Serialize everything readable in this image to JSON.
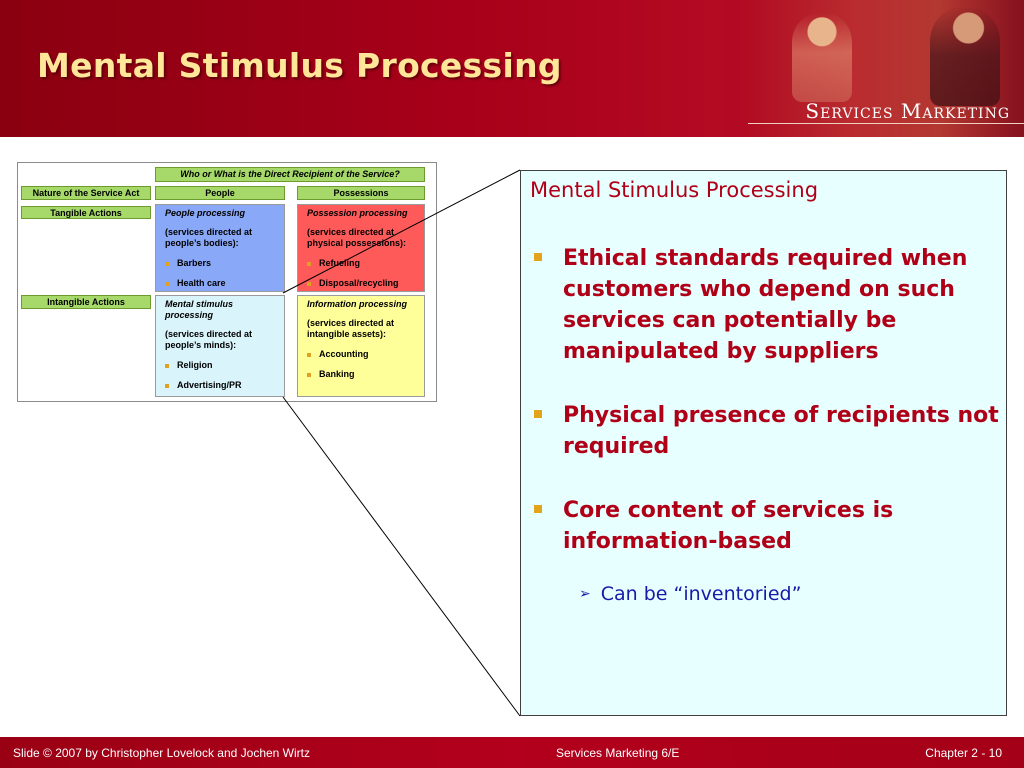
{
  "slide": {
    "title": "Mental Stimulus Processing",
    "brand": "Services Marketing"
  },
  "matrix": {
    "top_header": "Who or What is the Direct Recipient of the Service?",
    "row_header": "Nature of the Service Act",
    "columns": [
      "People",
      "Possessions"
    ],
    "rows": [
      "Tangible Actions",
      "Intangible Actions"
    ],
    "cells": {
      "people_processing": {
        "title": "People processing",
        "subtitle": "(services directed at people’s bodies):",
        "items": [
          "Barbers",
          "Health care"
        ]
      },
      "possession_processing": {
        "title": "Possession processing",
        "subtitle": "(services directed at physical possessions):",
        "items": [
          "Refueling",
          "Disposal/recycling"
        ]
      },
      "mental_stimulus_processing": {
        "title": "Mental stimulus processing",
        "subtitle": "(services directed at people’s minds):",
        "items": [
          "Religion",
          "Advertising/PR"
        ]
      },
      "information_processing": {
        "title": "Information processing",
        "subtitle": "(services directed at intangible assets):",
        "items": [
          "Accounting",
          "Banking"
        ]
      }
    }
  },
  "panel": {
    "title": "Mental Stimulus Processing",
    "bullets": [
      "Ethical standards required when customers who depend on such services can potentially be manipulated by suppliers",
      "Physical presence of recipients not required",
      "Core content of services is information-based"
    ],
    "sub_bullet": "Can be “inventoried”"
  },
  "footer": {
    "left": "Slide © 2007 by Christopher Lovelock and Jochen Wirtz",
    "center": "Services Marketing 6/E",
    "right": "Chapter  2 - 10"
  },
  "colors": {
    "header_red": "#a8001a",
    "title_yellow": "#ffe699",
    "panel_bg": "#e8ffff",
    "panel_text_red": "#b00018",
    "bullet_gold": "#e2a41a",
    "sub_blue": "#1a1aa8",
    "matrix_green": "#a6d96a",
    "cell_people": "#8aa8f8",
    "cell_possessions": "#ff5a5a",
    "cell_mental": "#d9f4fb",
    "cell_information": "#ffff99"
  }
}
